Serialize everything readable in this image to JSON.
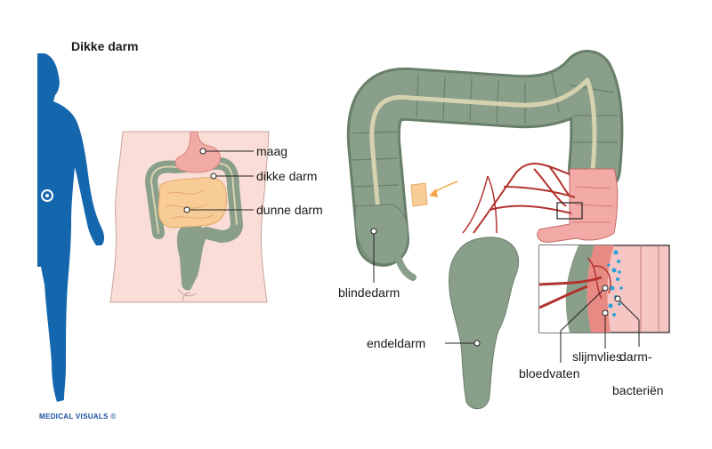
{
  "title": "Dikke darm",
  "credit": "MEDICAL VISUALS ©",
  "colors": {
    "body": "#1567ad",
    "colon": "#8a9f8a",
    "colon_dark": "#687f69",
    "colon_stripe": "#d6d2b0",
    "stomach": "#f1aaa5",
    "small_intestine": "#f8cc96",
    "skin": "#f9ddd6",
    "vessel": "#b2332e",
    "bacteria": "#2aa0d8"
  },
  "overview_labels": {
    "stomach": "maag",
    "large_intestine": "dikke darm",
    "small_intestine": "dunne darm"
  },
  "detail_labels": {
    "appendix": "blindedarm",
    "rectum": "endeldarm",
    "mucosa": "slijmvlies",
    "blood_vessels": "bloedvaten",
    "bacteria_line1": "darm-",
    "bacteria_line2": "bacteriën"
  }
}
